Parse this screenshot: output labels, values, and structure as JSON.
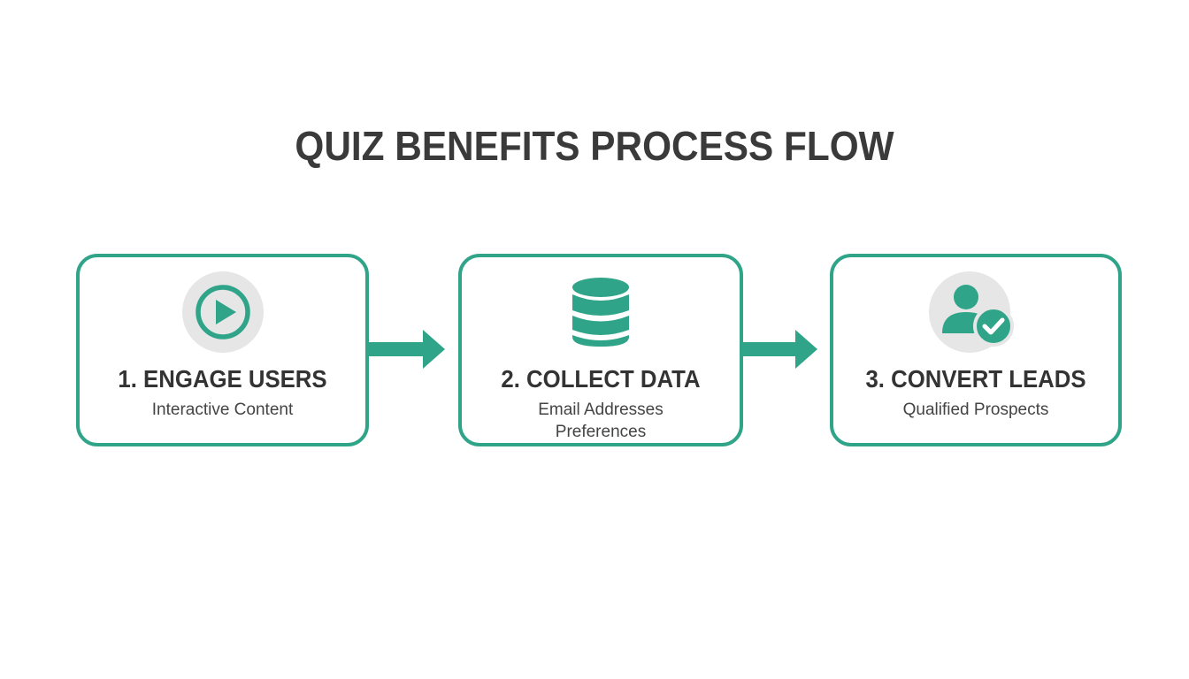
{
  "title": "QUIZ BENEFITS PROCESS FLOW",
  "colors": {
    "accent": "#2fa488",
    "icon_bg": "#e6e6e6",
    "text_dark": "#333333",
    "text_sub": "#444444"
  },
  "steps": [
    {
      "heading": "1. ENGAGE USERS",
      "lines": [
        "Interactive Content"
      ],
      "icon": "play-circle-icon"
    },
    {
      "heading": "2. COLLECT DATA",
      "lines": [
        "Email Addresses",
        "Preferences"
      ],
      "icon": "database-icon"
    },
    {
      "heading": "3. CONVERT LEADS",
      "lines": [
        "Qualified Prospects"
      ],
      "icon": "user-check-icon"
    }
  ],
  "connectors": [
    {
      "from": 1,
      "to": 2
    },
    {
      "from": 2,
      "to": 3
    }
  ]
}
